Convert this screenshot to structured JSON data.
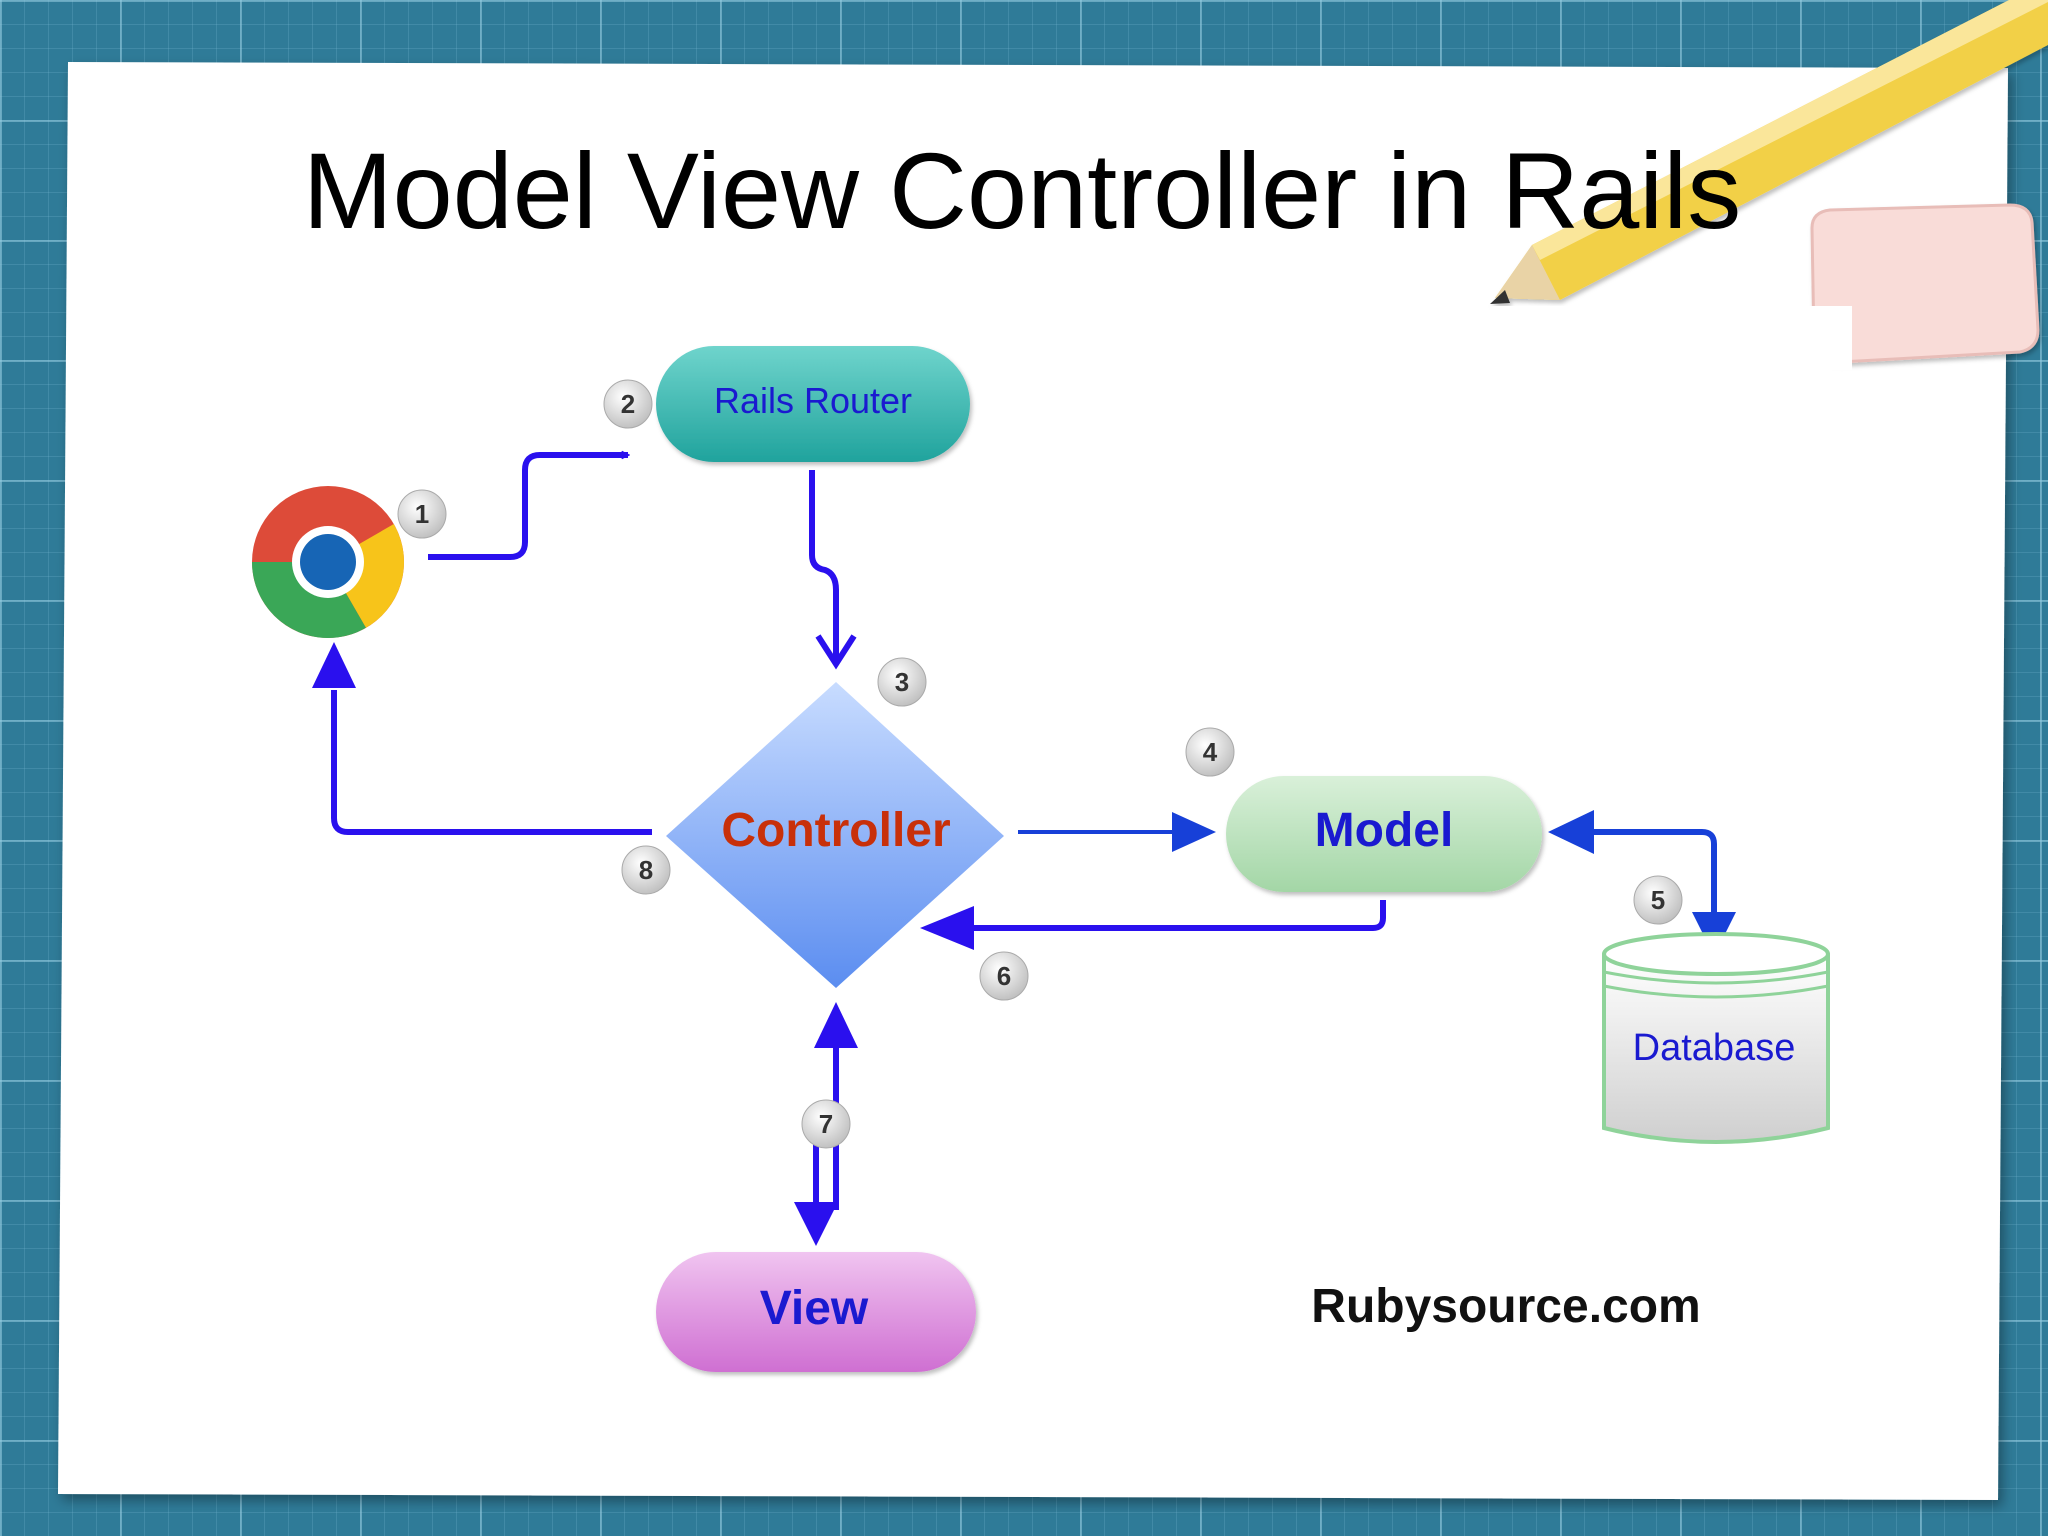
{
  "slide": {
    "title": "Model View Controller in Rails"
  },
  "nodes": {
    "router": "Rails Router",
    "controller": "Controller",
    "model": "Model",
    "database": "Database",
    "view": "View"
  },
  "steps": [
    "1",
    "2",
    "3",
    "4",
    "5",
    "6",
    "7",
    "8"
  ],
  "credit": "Rubysource.com",
  "icons": {
    "browser": "chrome-browser-icon",
    "decoration": [
      "pencil-icon",
      "eraser-icon"
    ]
  },
  "colors": {
    "background": "#2f7b98",
    "arrow": "#2a10ee",
    "arrow_dark": "#1740d8",
    "router_fill": "#2ab0a8",
    "controller_fill": "#7aa6f4",
    "controller_text": "#c8300a",
    "model_fill": "#b9e2bb",
    "view_fill": "#dc86dd",
    "node_text": "#1a1ad0"
  }
}
